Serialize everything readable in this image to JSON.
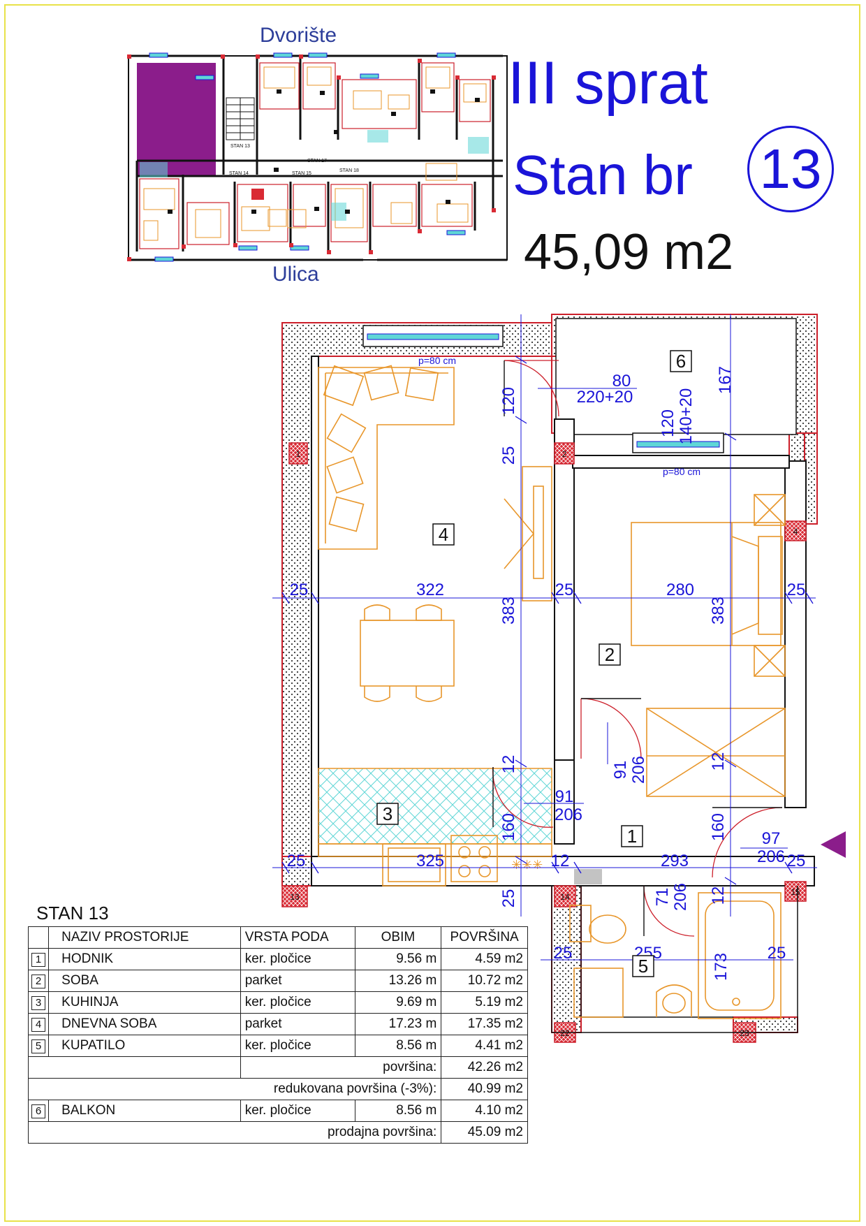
{
  "header": {
    "floor": "III sprat",
    "unit_prefix": "Stan br",
    "unit_number": "13",
    "area": "45,09 m2"
  },
  "keyplan": {
    "top_label": "Dvorište",
    "bottom_label": "Ulica",
    "stan_labels": [
      "STAN 13",
      "STAN 14",
      "STAN 15",
      "STAN 17",
      "STAN 18"
    ]
  },
  "plan": {
    "room_markers": [
      "1",
      "2",
      "3",
      "4",
      "5",
      "6"
    ],
    "column_markers": [
      "1",
      "2",
      "4",
      "13",
      "14",
      "15",
      "22",
      "23"
    ],
    "dimensions": {
      "living_width": "322",
      "living_height": "383",
      "bedroom_width": "280",
      "bedroom_height": "383",
      "hall_width": "293",
      "bath_width": "255",
      "bath_height": "173",
      "kitchen_width": "325",
      "balcony_depth": "167",
      "wall": "25",
      "wall_thin": "12",
      "h120": "120",
      "h160": "160",
      "h160b": "160",
      "window_note_1": "p=80 cm",
      "window_note_2": "p=80 cm",
      "door_balcony": {
        "w": "80",
        "h": "220+20"
      },
      "window_bedroom": {
        "w": "120",
        "h": "140+20"
      },
      "door_bedroom": {
        "w": "91",
        "h": "206"
      },
      "door_living": {
        "w": "91",
        "h": "206"
      },
      "door_entry": {
        "w": "97",
        "h": "206"
      },
      "door_bath": {
        "w": "71",
        "h": "206"
      }
    }
  },
  "schedule": {
    "title": "STAN 13",
    "headers": [
      "NAZIV PROSTORIJE",
      "VRSTA PODA",
      "OBIM",
      "POVRŠINA"
    ],
    "rows": [
      {
        "idx": "1",
        "name": "HODNIK",
        "floor": "ker. pločice",
        "obim": "9.56 m",
        "area": "4.59 m2"
      },
      {
        "idx": "2",
        "name": "SOBA",
        "floor": "parket",
        "obim": "13.26 m",
        "area": "10.72 m2"
      },
      {
        "idx": "3",
        "name": "KUHINJA",
        "floor": "ker. pločice",
        "obim": "9.69 m",
        "area": "5.19 m2"
      },
      {
        "idx": "4",
        "name": "DNEVNA SOBA",
        "floor": "parket",
        "obim": "17.23 m",
        "area": "17.35 m2"
      },
      {
        "idx": "5",
        "name": "KUPATILO",
        "floor": "ker. pločice",
        "obim": "8.56 m",
        "area": "4.41 m2"
      }
    ],
    "subtotal_label": "površina:",
    "subtotal_value": "42.26 m2",
    "reduced_label": "redukovana površina (-3%):",
    "reduced_value": "40.99 m2",
    "balcony": {
      "idx": "6",
      "name": "BALKON",
      "floor": "ker. pločice",
      "obim": "8.56 m",
      "area": "4.10 m2"
    },
    "total_label": "prodajna površina:",
    "total_value": "45.09 m2"
  },
  "colors": {
    "title_blue": "#1a14d8",
    "wall_red": "#cc1f2a",
    "furniture_orange": "#e8962a",
    "dimension_blue": "#1a14d8",
    "keyplan_highlight": "#8b1d8b",
    "tile_cyan": "#5fd6d6"
  }
}
